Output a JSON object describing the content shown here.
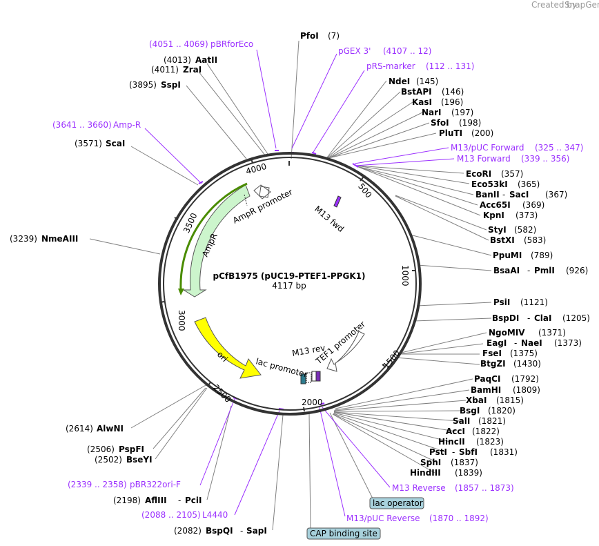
{
  "header": {
    "credit_prefix": "Created by",
    "credit_brand": "SnapGene"
  },
  "map": {
    "name": "pCfB1975 (pUC19-PTEF1-PPGK1)",
    "size_label": "4117 bp",
    "ticks": [
      "500",
      "1000",
      "1500",
      "2000",
      "2500",
      "3000",
      "3500",
      "4000"
    ]
  },
  "features": {
    "ampr": "AmpR",
    "ampr_promoter": "AmpR promoter",
    "ori": "ori",
    "lac_promoter": "lac promoter",
    "m13_rev": "M13 rev",
    "tef1_promoter": "TEF1 promoter",
    "m13_fwd": "M13 fwd"
  },
  "boxes": {
    "lac_operator": "lac operator",
    "cap_site": "CAP binding site"
  },
  "sites": {
    "pfoi": {
      "name": "PfoI",
      "pos": "(7)"
    },
    "aatii": {
      "name": "AatII",
      "pos": "(4013)"
    },
    "zrai": {
      "name": "ZraI",
      "pos": "(4011)"
    },
    "sspi": {
      "name": "SspI",
      "pos": "(3895)"
    },
    "scai": {
      "name": "ScaI",
      "pos": "(3571)"
    },
    "nmeaiii": {
      "name": "NmeAIII",
      "pos": "(3239)"
    },
    "alwni": {
      "name": "AlwNI",
      "pos": "(2614)"
    },
    "pspfi": {
      "name": "PspFI",
      "pos": "(2506)"
    },
    "bseyi": {
      "name": "BseYI",
      "pos": "(2502)"
    },
    "afliii": {
      "name": "AflIII",
      "sep": "-",
      "name2": "PciI",
      "pos": "(2198)"
    },
    "bspqi": {
      "name": "BspQI",
      "sep": "-",
      "name2": "SapI",
      "pos": "(2082)"
    },
    "ndei": {
      "name": "NdeI",
      "pos": "(145)"
    },
    "bstapi": {
      "name": "BstAPI",
      "pos": "(146)"
    },
    "kasi": {
      "name": "KasI",
      "pos": "(196)"
    },
    "nari": {
      "name": "NarI",
      "pos": "(197)"
    },
    "sfoi": {
      "name": "SfoI",
      "pos": "(198)"
    },
    "pluti": {
      "name": "PluTI",
      "pos": "(200)"
    },
    "ecori": {
      "name": "EcoRI",
      "pos": "(357)"
    },
    "eco53ki": {
      "name": "Eco53kI",
      "pos": "(365)"
    },
    "banii": {
      "name": "BanII",
      "sep": "-",
      "name2": "SacI",
      "pos": "(367)"
    },
    "acc65i": {
      "name": "Acc65I",
      "pos": "(369)"
    },
    "kpni": {
      "name": "KpnI",
      "pos": "(373)"
    },
    "styi": {
      "name": "StyI",
      "pos": "(582)"
    },
    "bstxi": {
      "name": "BstXI",
      "pos": "(583)"
    },
    "ppumi": {
      "name": "PpuMI",
      "pos": "(789)"
    },
    "bsaai": {
      "name": "BsaAI",
      "sep": "-",
      "name2": "PmlI",
      "pos": "(926)"
    },
    "psii": {
      "name": "PsiI",
      "pos": "(1121)"
    },
    "bspdi": {
      "name": "BspDI",
      "sep": "-",
      "name2": "ClaI",
      "pos": "(1205)"
    },
    "ngomiv": {
      "name": "NgoMIV",
      "pos": "(1371)"
    },
    "eagi": {
      "name": "EagI",
      "sep": "-",
      "name2": "NaeI",
      "pos": "(1373)"
    },
    "fsei": {
      "name": "FseI",
      "pos": "(1375)"
    },
    "btgzi": {
      "name": "BtgZI",
      "pos": "(1430)"
    },
    "paqci": {
      "name": "PaqCI",
      "pos": "(1792)"
    },
    "bamhi": {
      "name": "BamHI",
      "pos": "(1809)"
    },
    "xbai": {
      "name": "XbaI",
      "pos": "(1815)"
    },
    "bsgi": {
      "name": "BsgI",
      "pos": "(1820)"
    },
    "sali": {
      "name": "SalI",
      "pos": "(1821)"
    },
    "acci": {
      "name": "AccI",
      "pos": "(1822)"
    },
    "hincii": {
      "name": "HincII",
      "pos": "(1823)"
    },
    "psti": {
      "name": "PstI",
      "sep": "-",
      "name2": "SbfI",
      "pos": "(1831)"
    },
    "sphi": {
      "name": "SphI",
      "pos": "(1837)"
    },
    "hindiii": {
      "name": "HindIII",
      "pos": "(1839)"
    }
  },
  "primers": {
    "pbrforeco": {
      "range": "(4051 .. 4069)",
      "name": "pBRforEco"
    },
    "pgex3": {
      "name": "pGEX 3'",
      "range": "(4107 .. 12)"
    },
    "prs_marker": {
      "name": "pRS-marker",
      "range": "(112 .. 131)"
    },
    "ampr_primer": {
      "range": "(3641 .. 3660)",
      "name": "Amp-R"
    },
    "m13puc_fwd": {
      "name": "M13/pUC Forward",
      "range": "(325 .. 347)"
    },
    "m13_fwd": {
      "name": "M13 Forward",
      "range": "(339 .. 356)"
    },
    "pbr322ori": {
      "range": "(2339 .. 2358)",
      "name": "pBR322ori-F"
    },
    "l4440": {
      "range": "(2088 .. 2105)",
      "name": "L4440"
    },
    "m13_reverse": {
      "name": "M13 Reverse",
      "range": "(1857 .. 1873)"
    },
    "m13puc_rev": {
      "name": "M13/pUC Reverse",
      "range": "(1870 .. 1892)"
    }
  },
  "colors": {
    "primer": "#9b30ff",
    "ampr": "#ccf5cc",
    "ori": "#ffff00",
    "box": "#a8d1dc"
  }
}
